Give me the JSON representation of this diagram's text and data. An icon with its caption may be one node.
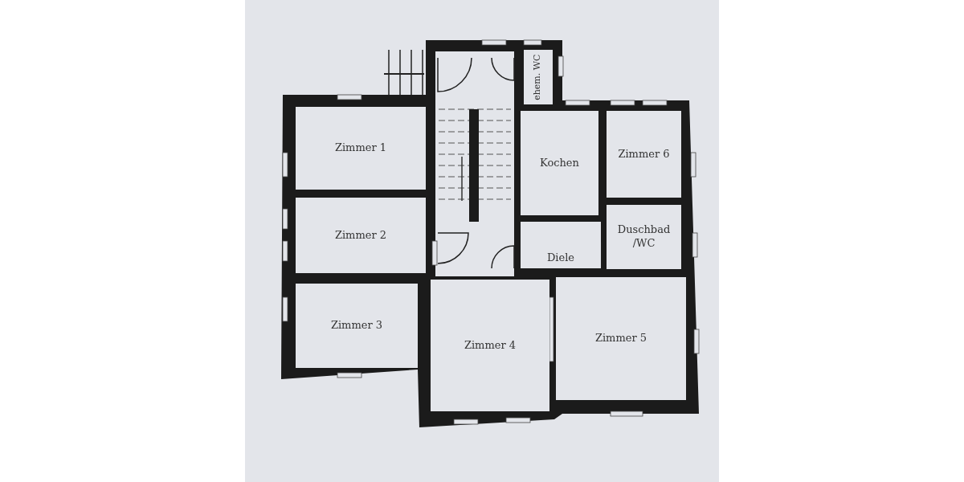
{
  "diagram": {
    "nodes": [
      {
        "text": [
          "ehem. WC"
        ]
      },
      {
        "text": [
          "Zimmer 1"
        ]
      },
      {
        "text": [
          "Kochen"
        ]
      },
      {
        "text": [
          "Zimmer 6"
        ]
      },
      {
        "text": [
          "Zimmer 2"
        ]
      },
      {
        "text": [
          "Duschbad /WC"
        ]
      },
      {
        "text": [
          "Diele"
        ]
      },
      {
        "text": [
          "Zimmer 3"
        ]
      },
      {
        "text": [
          "Zimmer 4"
        ]
      },
      {
        "text": [
          "Zimmer 5"
        ]
      }
    ]
  }
}
